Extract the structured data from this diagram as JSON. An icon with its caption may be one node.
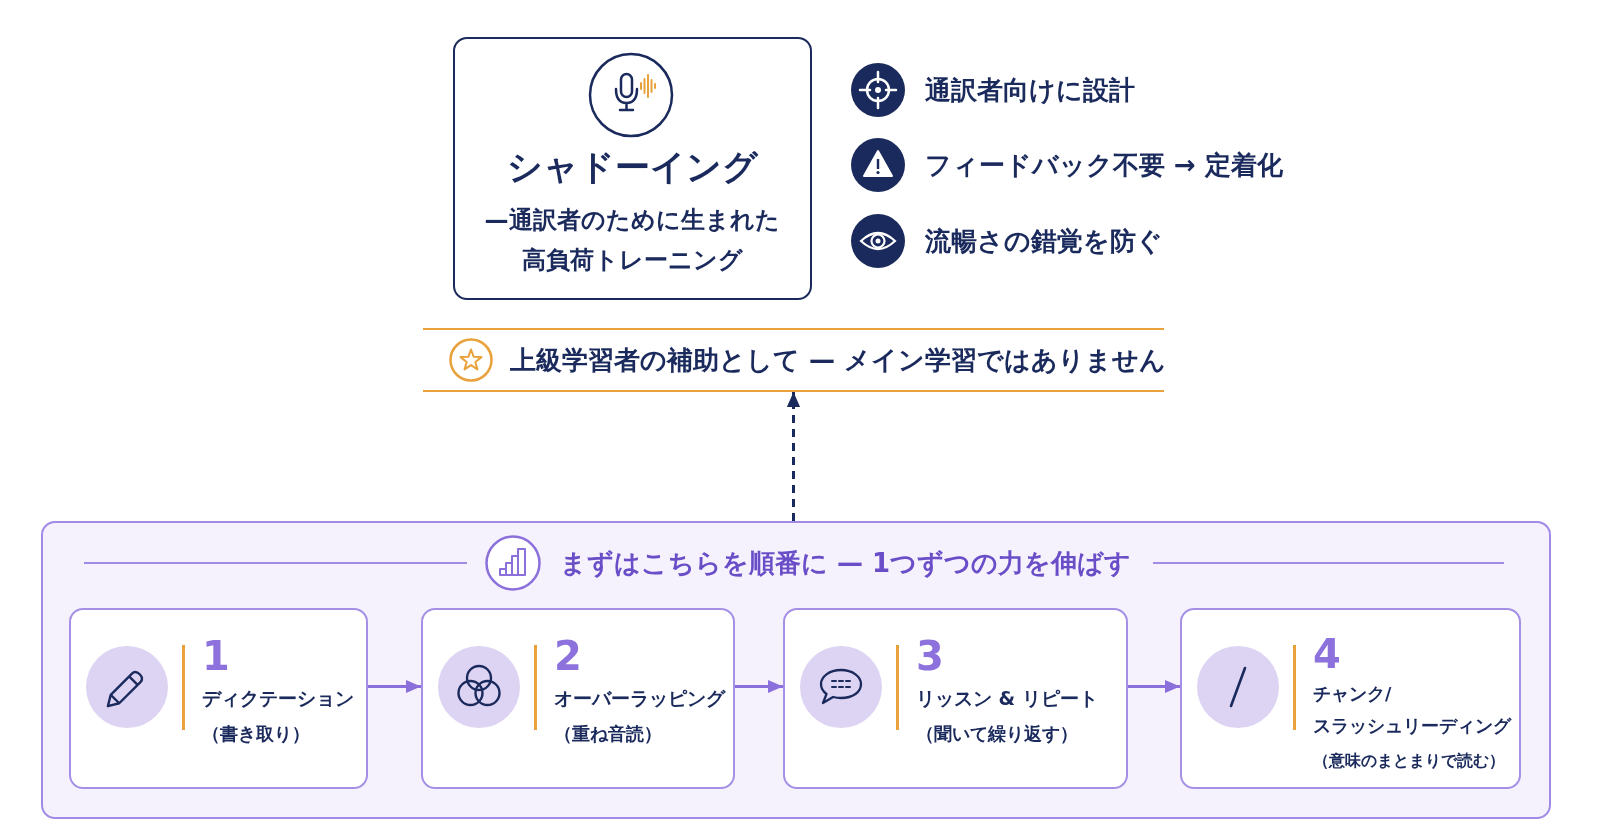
{
  "diagram": {
    "nodes": [
      {
        "text": [
          "シャドーイング",
          "—通訳者のために生まれた高負荷トレーニング"
        ]
      },
      {
        "text": [
          "上級学習者の補助として — メイン学習ではありません"
        ]
      },
      {
        "text": [
          "まずはこちらを順番に — 1つずつの力を伸ばす"
        ]
      },
      {
        "text": [
          "1",
          "ディクテーション",
          "（書き取り）"
        ],
        "in": 2
      },
      {
        "text": [
          "2",
          "オーバーラッピング",
          "（重ね音読）"
        ],
        "in": 2
      },
      {
        "text": [
          "3",
          "リッスン & リピート",
          "（聞いて繰り返す）"
        ],
        "in": 2
      },
      {
        "text": [
          "4",
          "チャンク/スラッシュリーディング",
          "（意味のまとまりで読む）"
        ],
        "in": 2
      }
    ],
    "edges": [
      {
        "from": 2,
        "to": 1,
        "arrow": "to",
        "style": "dashed",
        "color": "#1b2a5c"
      },
      {
        "from": 3,
        "to": 4,
        "arrow": "to"
      },
      {
        "from": 4,
        "to": 5,
        "arrow": "to"
      },
      {
        "from": 5,
        "to": 6,
        "arrow": "to"
      }
    ],
    "labels": [
      "通訳者向けに設計",
      "フィードバック不要 → 定着化",
      "流暢さの錯覚を防ぐ"
    ]
  }
}
